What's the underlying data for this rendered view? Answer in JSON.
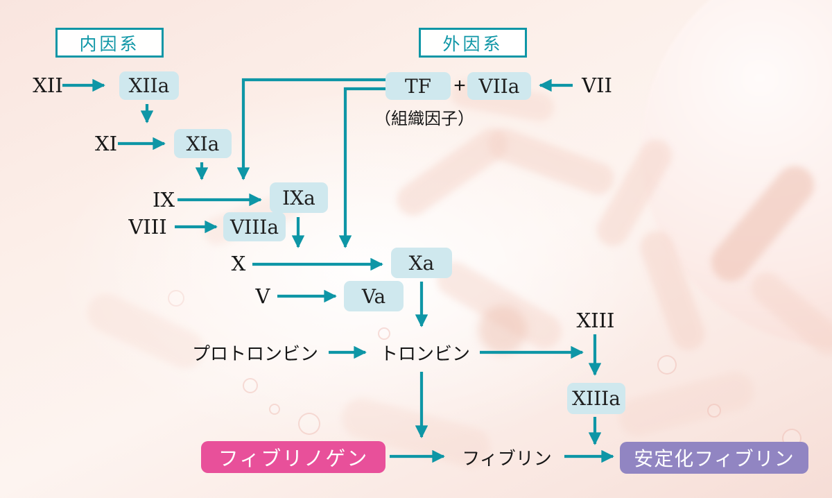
{
  "colors": {
    "teal": "#0e96a6",
    "box_fill": "#cfe8ee",
    "box_text": "#1f1f1f",
    "pink": "#e8509a",
    "purple": "#9185c2"
  },
  "pathway_labels": {
    "intrinsic": "内因系",
    "extrinsic": "外因系"
  },
  "nodes": {
    "xii": "XII",
    "xiia": "XIIa",
    "xi": "XI",
    "xia": "XIa",
    "ix": "IX",
    "ixa": "IXa",
    "viii": "VIII",
    "viiia": "VIIIa",
    "x": "X",
    "xa": "Xa",
    "v": "V",
    "va": "Va",
    "tf": "TF",
    "plus": "+",
    "viia": "VIIa",
    "vii": "VII",
    "tissue_factor_note": "（組織因子）",
    "prothrombin": "プロトロンビン",
    "thrombin": "トロンビン",
    "xiii": "XIII",
    "xiiia": "XIIIa",
    "fibrinogen": "フィブリノゲン",
    "fibrin": "フィブリン",
    "stabilized_fibrin": "安定化フィブリン"
  },
  "edges": [
    "XII→XIIa",
    "XIIa→(XI→XIa)",
    "XI→XIa",
    "XIa→(IX→IXa)",
    "TF+VIIa→(IX→IXa)",
    "TF+VIIa→(X→Xa)",
    "VII→VIIa",
    "IX→IXa",
    "VIII→VIIIa",
    "IXa→(X→Xa)",
    "X→Xa",
    "V→Va",
    "Xa→トロンビン",
    "プロトロンビン→トロンビン",
    "トロンビン→(XIII→XIIIa)",
    "XIII→XIIIa",
    "トロンビン→(フィブリノゲン→フィブリン)",
    "フィブリノゲン→フィブリン",
    "XIIIa→(フィブリン→安定化フィブリン)",
    "フィブリン→安定化フィブリン"
  ]
}
